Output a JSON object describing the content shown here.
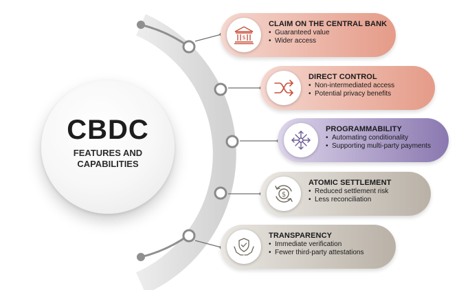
{
  "center": {
    "title": "CBDC",
    "subtitle_line1": "FEATURES AND",
    "subtitle_line2": "CAPABILITIES"
  },
  "cards": [
    {
      "title": "CLAIM ON THE CENTRAL BANK",
      "bullets": [
        "Guaranteed value",
        "Wider access"
      ],
      "icon": "bank-icon",
      "color": "#e59b88"
    },
    {
      "title": "DIRECT CONTROL",
      "bullets": [
        "Non-intermediated access",
        "Potential privacy benefits"
      ],
      "icon": "crossing-arrows-icon",
      "color": "#e59b88"
    },
    {
      "title": "PROGRAMMABILITY",
      "bullets": [
        "Automating conditionality",
        "Supporting multi-party payments"
      ],
      "icon": "network-arrows-icon",
      "color": "#8a78b0"
    },
    {
      "title": "ATOMIC SETTLEMENT",
      "bullets": [
        "Reduced settlement risk",
        "Less reconciliation"
      ],
      "icon": "dollar-cycle-icon",
      "color": "#b9b1a6"
    },
    {
      "title": "TRANSPARENCY",
      "bullets": [
        "Immediate verification",
        "Fewer third-party attestations"
      ],
      "icon": "hands-shield-icon",
      "color": "#b9b1a6"
    }
  ],
  "colors": {
    "text": "#1a1a1a",
    "arc": "#d9d9d9",
    "node": "#8a8a8a"
  }
}
